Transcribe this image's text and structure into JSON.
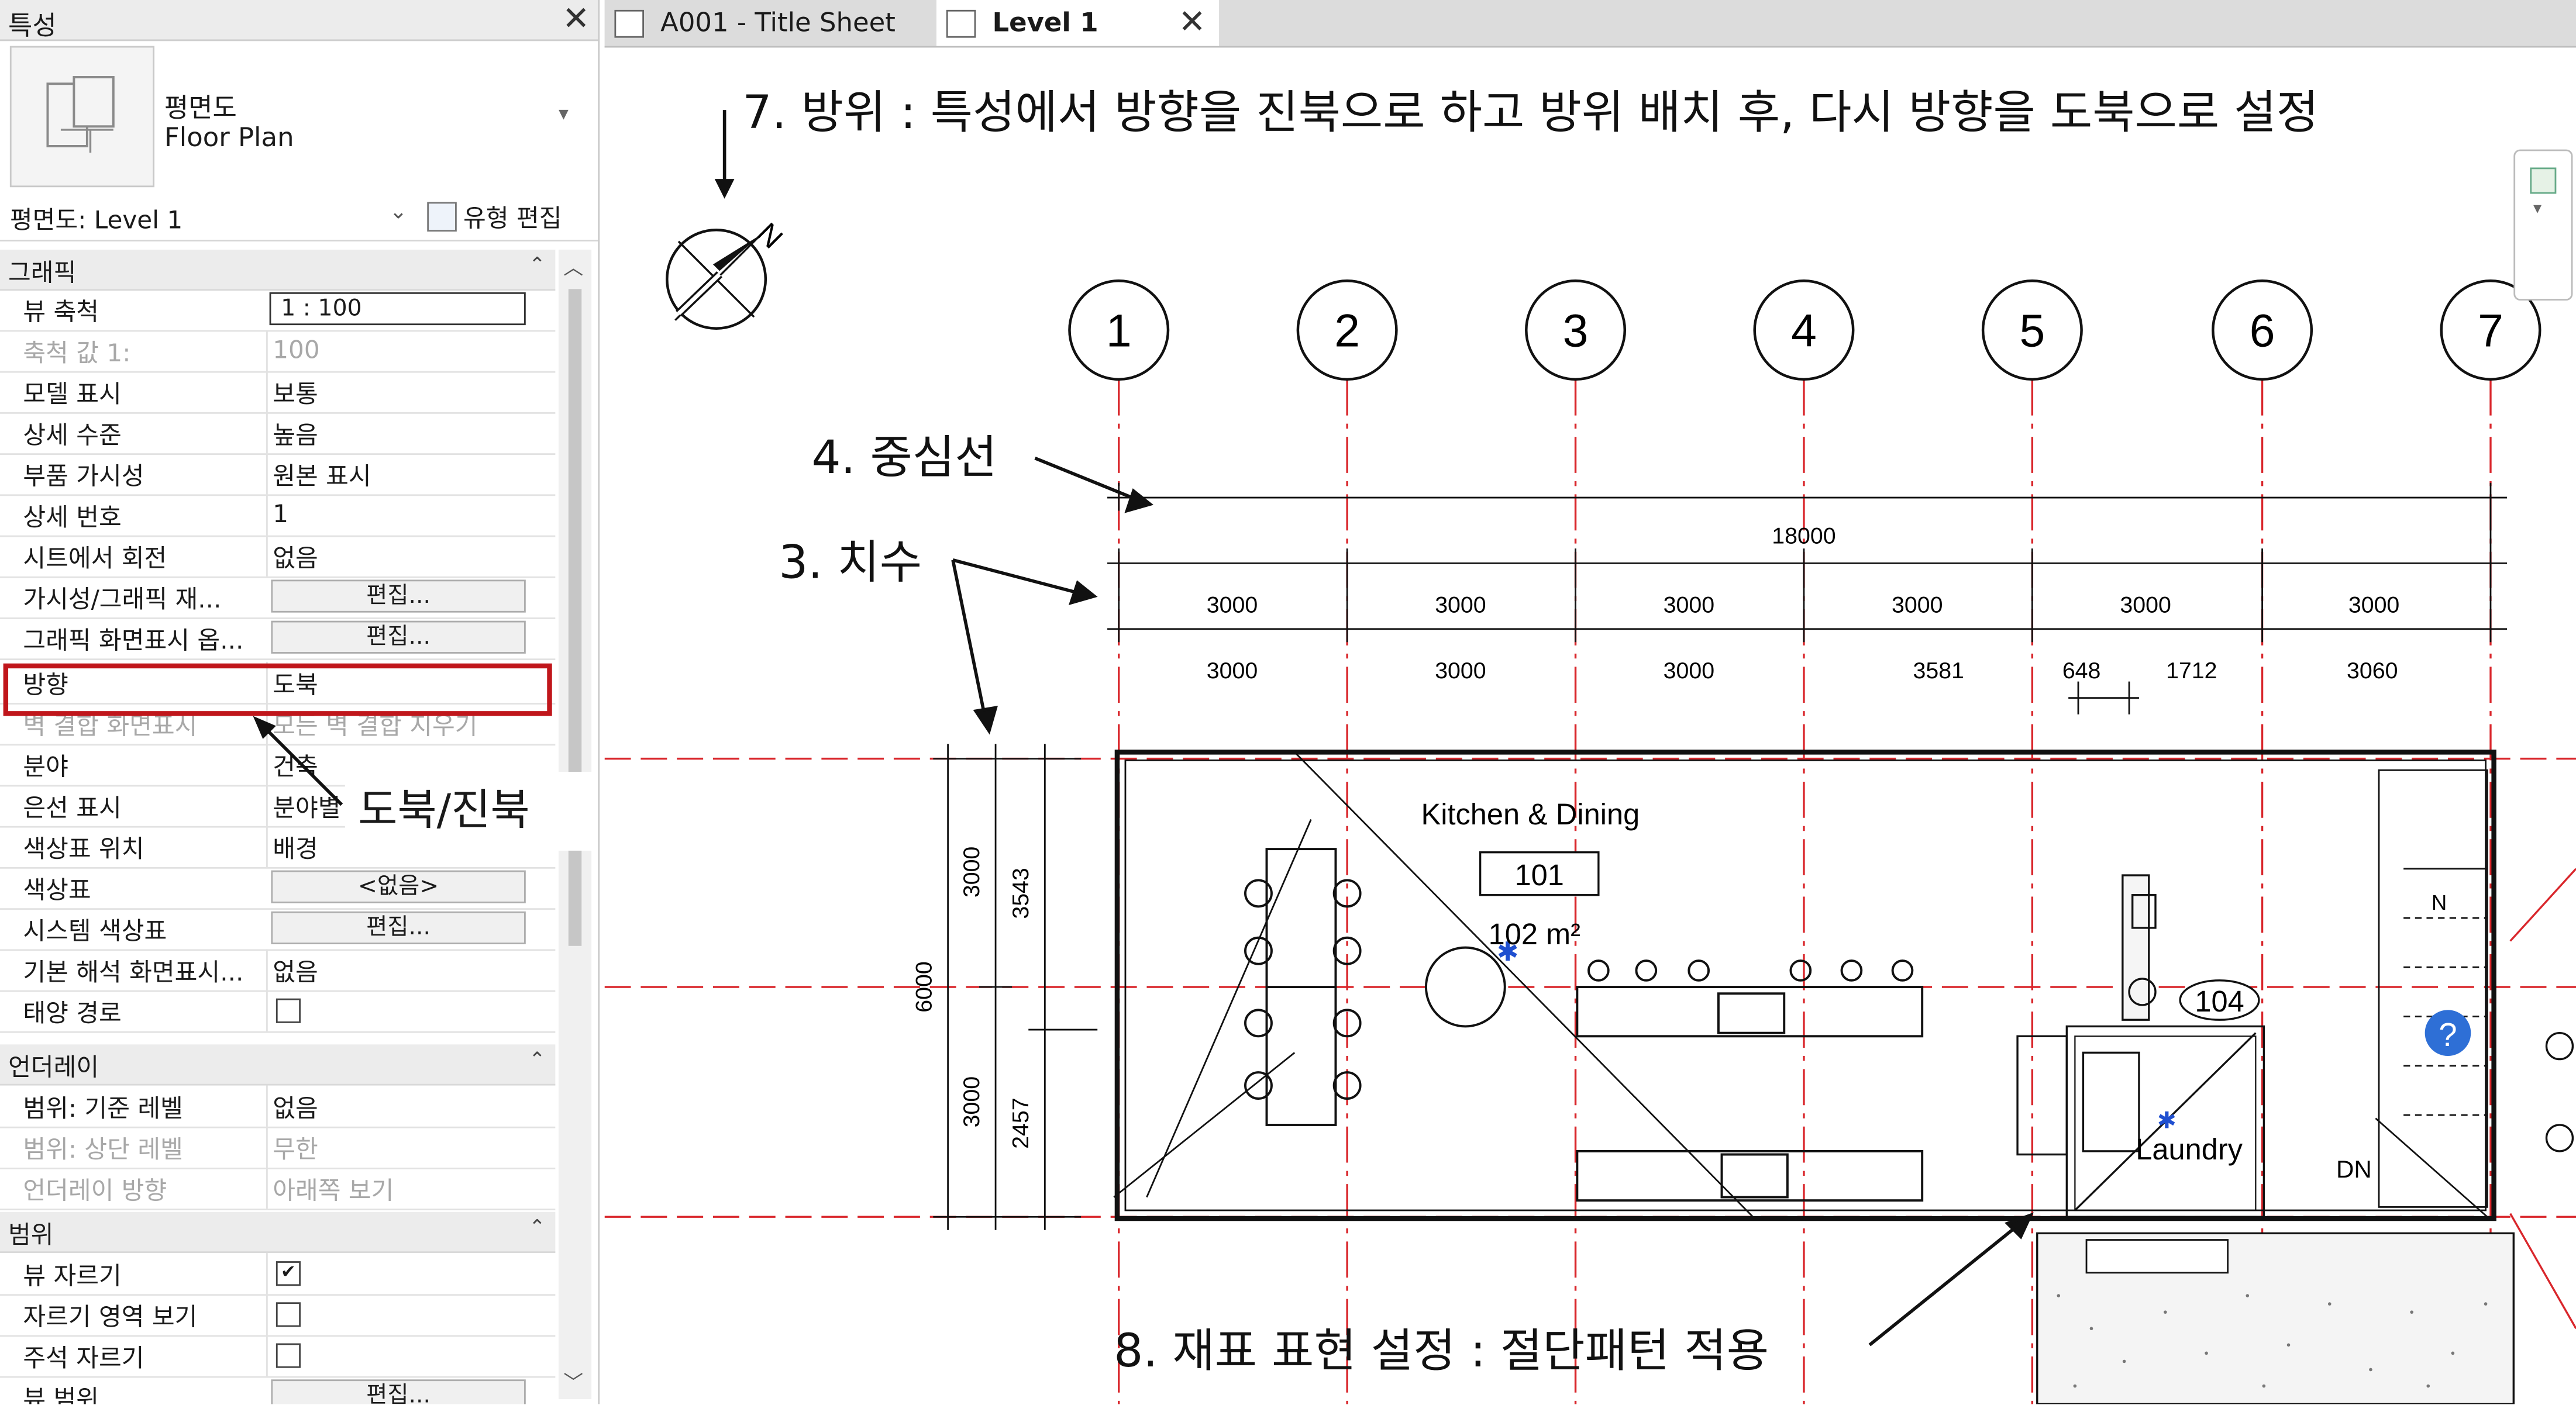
{
  "properties": {
    "title": "특성",
    "close": "✕",
    "type_name_ko": "평면도",
    "type_name_en": "Floor Plan",
    "instance_label": "평면도: Level 1",
    "edit_type": "유형 편집",
    "sections": {
      "graphics": "그래픽",
      "underlay": "언더레이",
      "extents": "범위"
    },
    "rows": {
      "view_scale": {
        "label": "뷰 축척",
        "value": "1 : 100"
      },
      "scale_value": {
        "label": "축척 값    1:",
        "value": "100"
      },
      "display_model": {
        "label": "모델 표시",
        "value": "보통"
      },
      "detail_level": {
        "label": "상세 수준",
        "value": "높음"
      },
      "parts_visibility": {
        "label": "부품 가시성",
        "value": "원본 표시"
      },
      "detail_number": {
        "label": "상세 번호",
        "value": "1"
      },
      "rotation_on_sheet": {
        "label": "시트에서 회전",
        "value": "없음"
      },
      "vg_overrides": {
        "label": "가시성/그래픽 재...",
        "value": "편집..."
      },
      "graphic_display": {
        "label": "그래픽 화면표시 옵...",
        "value": "편집..."
      },
      "orientation": {
        "label": "방향",
        "value": "도북"
      },
      "wall_join": {
        "label": "벽 결합 화면표시",
        "value": "모든 벽 결합 지우기"
      },
      "discipline": {
        "label": "분야",
        "value": "건축"
      },
      "hidden_lines": {
        "label": "은선 표시",
        "value": "분야별"
      },
      "color_scheme_location": {
        "label": "색상표 위치",
        "value": "배경"
      },
      "color_scheme": {
        "label": "색상표",
        "value": "<없음>"
      },
      "system_color_schemes": {
        "label": "시스템 색상표",
        "value": "편집..."
      },
      "default_analysis": {
        "label": "기본 해석 화면표시...",
        "value": "없음"
      },
      "sun_path": {
        "label": "태양 경로",
        "value": ""
      },
      "base_level": {
        "label": "범위: 기준 레벨",
        "value": "없음"
      },
      "top_level": {
        "label": "범위: 상단 레벨",
        "value": "무한"
      },
      "underlay_orientation": {
        "label": "언더레이 방향",
        "value": "아래쪽 보기"
      },
      "crop_view": {
        "label": "뷰 자르기",
        "value": "✔"
      },
      "crop_region_visible": {
        "label": "자르기 영역 보기",
        "value": ""
      },
      "annotation_crop": {
        "label": "주석 자르기",
        "value": ""
      },
      "view_range": {
        "label": "뷰 범위",
        "value": "편집..."
      }
    },
    "callout": "도북/진북"
  },
  "tabs": [
    {
      "label": "A001 - Title Sheet",
      "active": false
    },
    {
      "label": "Level 1",
      "active": true,
      "close": "✕"
    }
  ],
  "annotations": {
    "orientation": "7. 방위 : 특성에서 방향을 진북으로 하고 방위 배치 후, 다시 방향을 도북으로 설정",
    "centerline": "4. 중심선",
    "dimension": "3. 치수",
    "material": "8. 재표 표현 설정 : 절단패턴 적용"
  },
  "plan": {
    "north_letter": "N",
    "grids": [
      "1",
      "2",
      "3",
      "4",
      "5",
      "6",
      "7"
    ],
    "dims_total": "18000",
    "dims_row1": [
      "3000",
      "3000",
      "3000",
      "3000",
      "3000",
      "3000"
    ],
    "dims_row2": [
      "3000",
      "3000",
      "3000",
      "3581",
      "648",
      "1712",
      "3060"
    ],
    "dims_vertical_outer": "6000",
    "dims_vertical_inner": [
      "3000",
      "3000"
    ],
    "dims_vertical_detail": [
      "3543",
      "2457"
    ],
    "room_name": "Kitchen & Dining",
    "room_number": "101",
    "room_area": "102 m²",
    "laundry": "Laundry",
    "room_104": "104",
    "dn": "DN",
    "stair_label": "N",
    "help": "?"
  },
  "colors": {
    "grid_red": "#d9262b",
    "highlight_red": "#c0161b",
    "panel_bg": "#ececec"
  }
}
